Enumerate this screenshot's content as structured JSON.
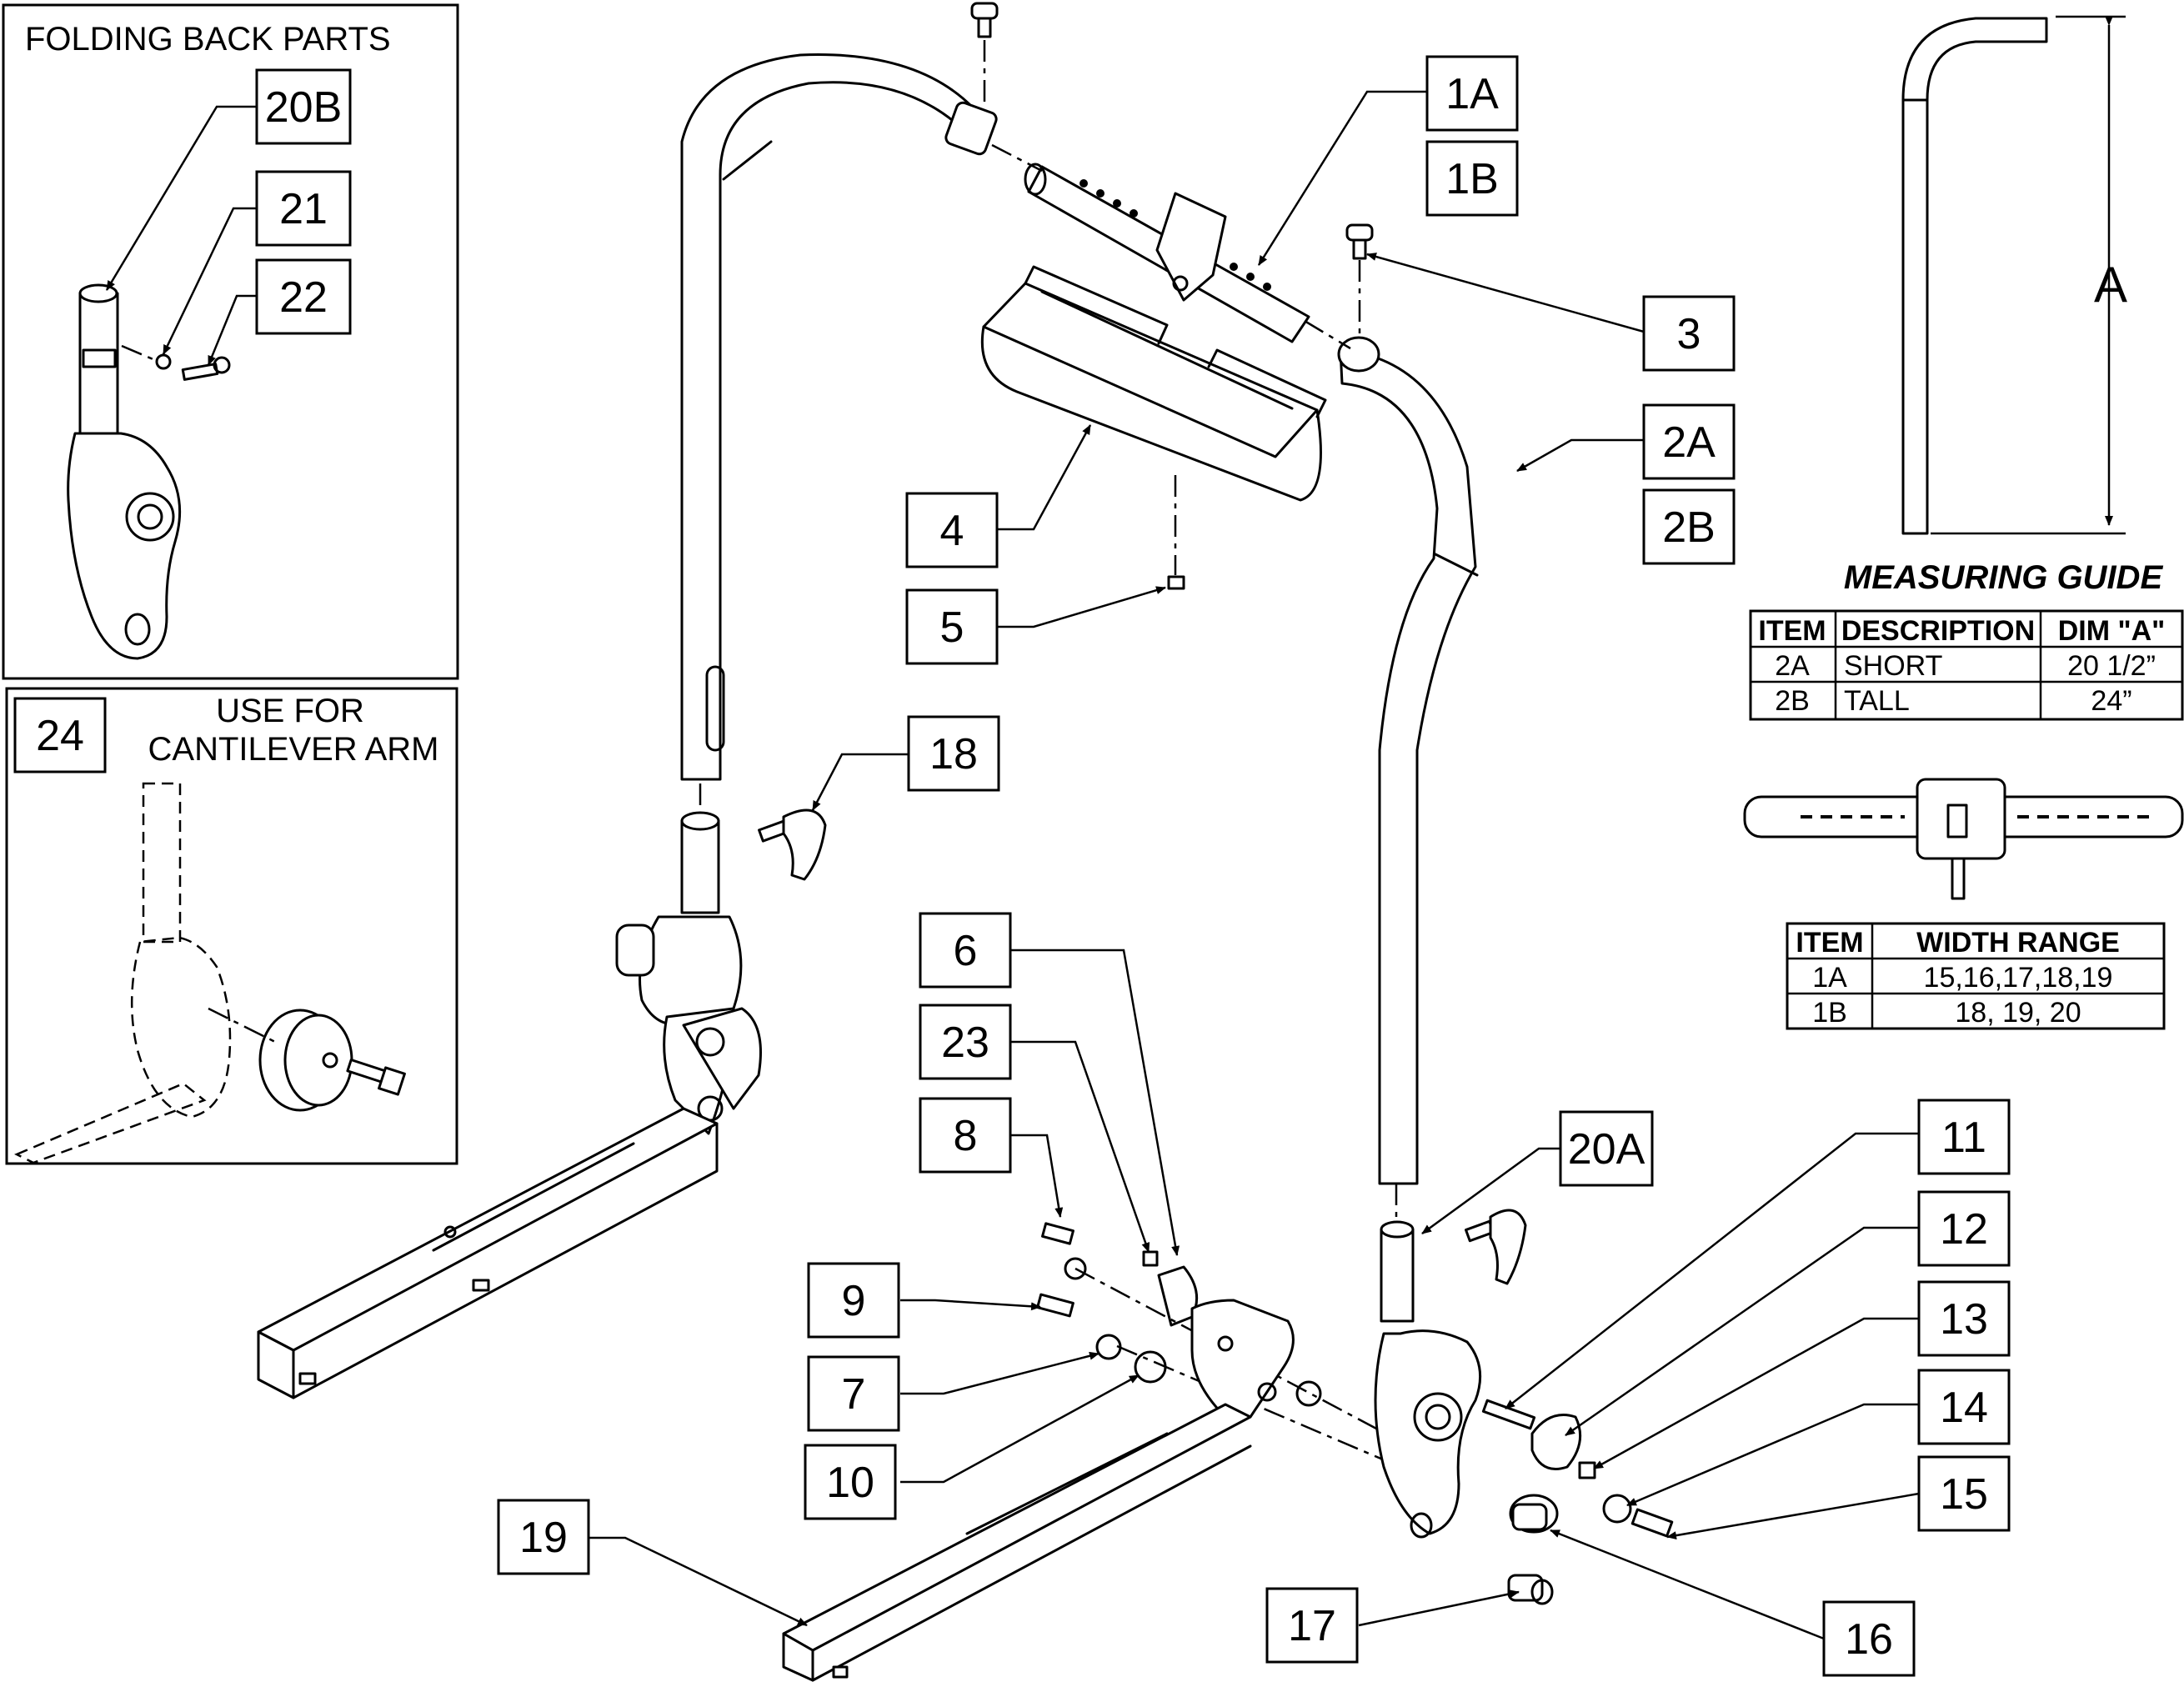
{
  "panels": {
    "folding_back": {
      "title": "FOLDING BACK PARTS"
    },
    "cantilever": {
      "title_line1": "USE FOR",
      "title_line2": "CANTILEVER ARM"
    }
  },
  "callouts": {
    "c1A": "1A",
    "c1B": "1B",
    "c2A": "2A",
    "c2B": "2B",
    "c3": "3",
    "c4": "4",
    "c5": "5",
    "c6": "6",
    "c7": "7",
    "c8": "8",
    "c9": "9",
    "c10": "10",
    "c11": "11",
    "c12": "12",
    "c13": "13",
    "c14": "14",
    "c15": "15",
    "c16": "16",
    "c17": "17",
    "c18": "18",
    "c19": "19",
    "c20A": "20A",
    "c20B": "20B",
    "c21": "21",
    "c22": "22",
    "c23": "23",
    "c24": "24"
  },
  "measuring_guide": {
    "title": "MEASURING GUIDE",
    "dimension_label": "A",
    "headers": [
      "ITEM",
      "DESCRIPTION",
      "DIM \"A\""
    ],
    "rows": [
      [
        "2A",
        "SHORT",
        "20 1/2”"
      ],
      [
        "2B",
        "TALL",
        "24”"
      ]
    ]
  },
  "width_table": {
    "headers": [
      "ITEM",
      "WIDTH RANGE"
    ],
    "rows": [
      [
        "1A",
        "15,16,17,18,19"
      ],
      [
        "1B",
        "18, 19, 20"
      ]
    ]
  }
}
